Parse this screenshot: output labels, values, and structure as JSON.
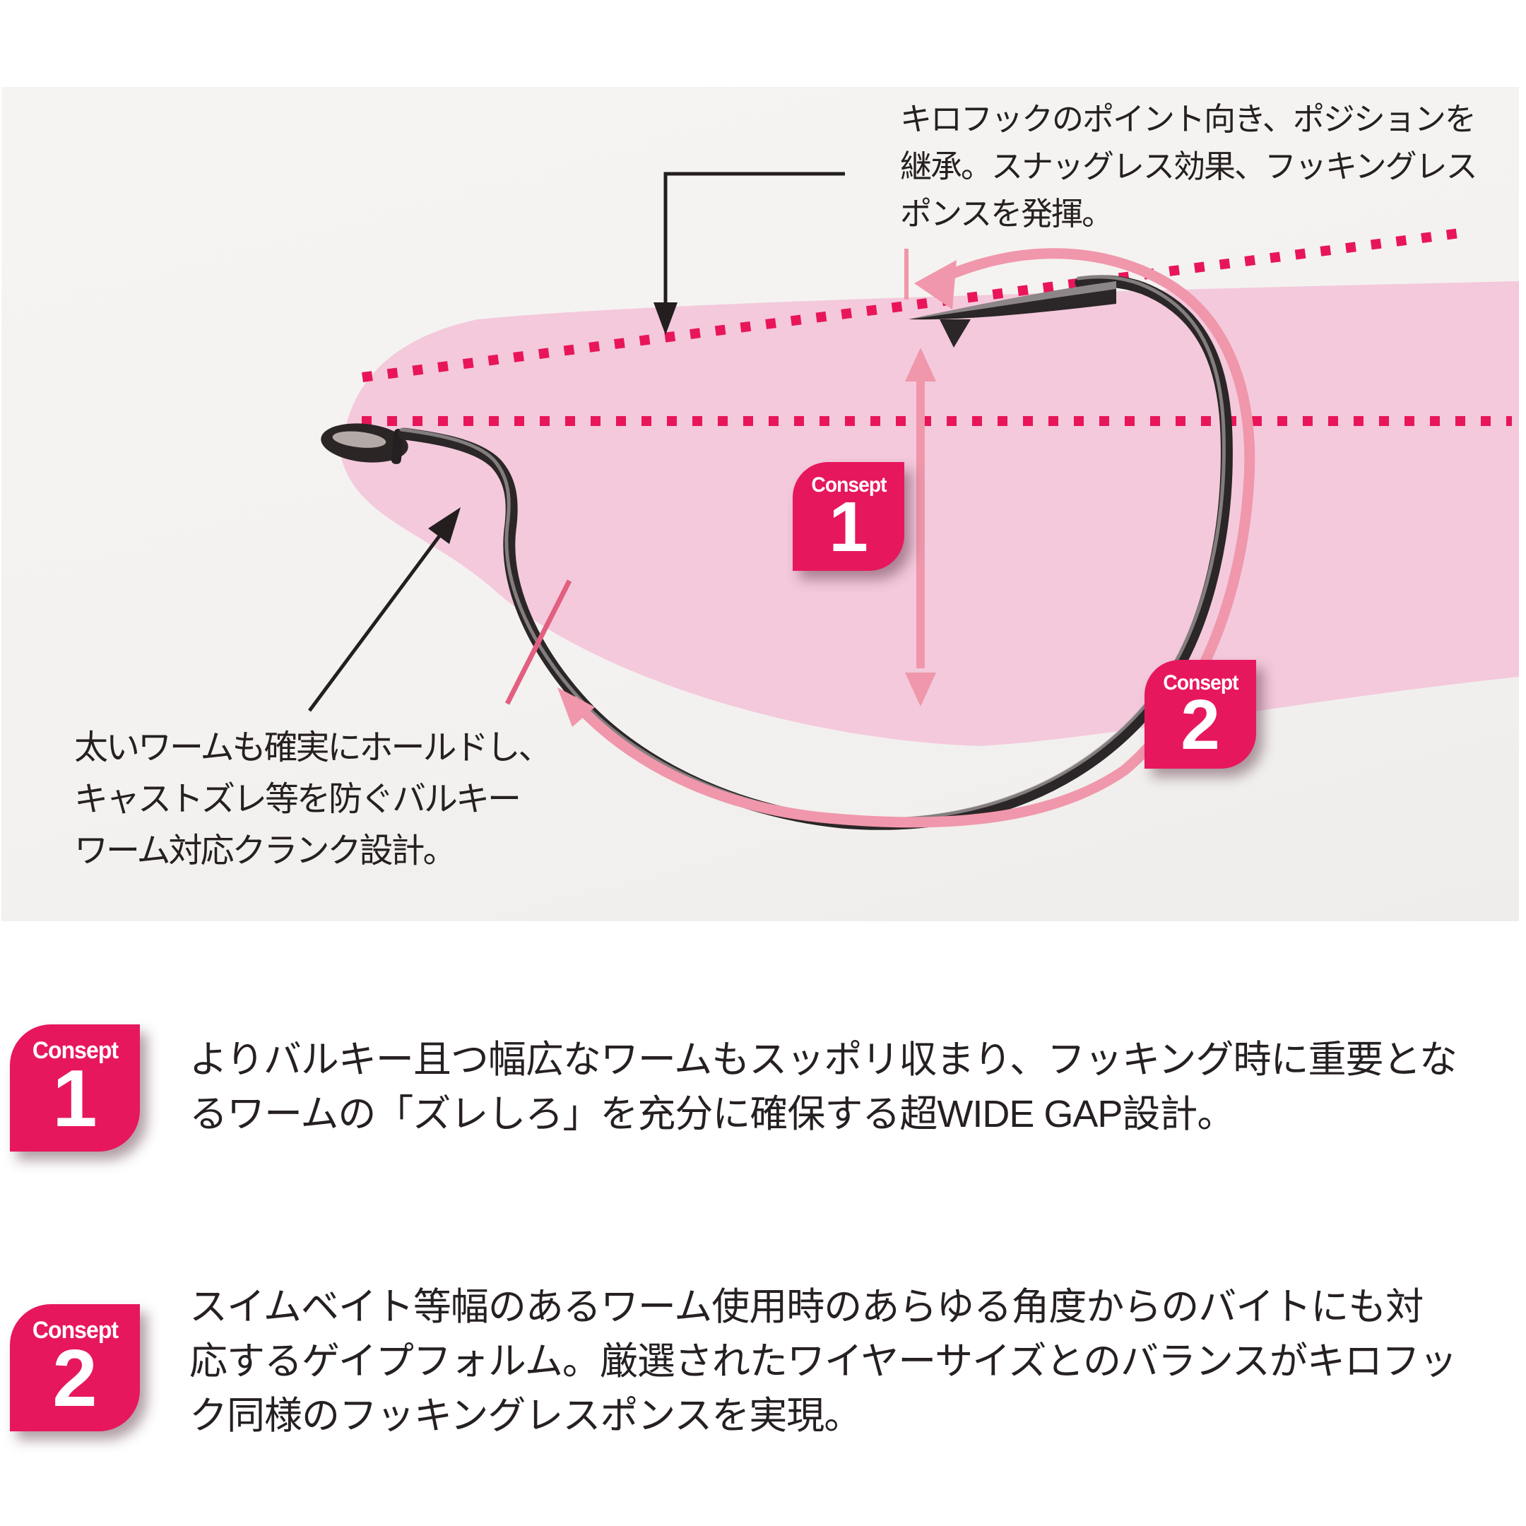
{
  "colors": {
    "accent_crimson": "#e7175d",
    "soft_pink_arrow": "#f097ab",
    "slash_rose": "#e25f7f",
    "worm_pink": "#f4c9dc",
    "photo_background": "#f4f2f0",
    "ink": "#262021"
  },
  "diagram": {
    "point_note_lines": [
      "キロフックのポイント向き、ポジションを",
      "継承。スナッグレス効果、フッキングレス",
      "ポンスを発揮。"
    ],
    "crank_note_lines": [
      "太いワームも確実にホールドし、",
      "キャストズレ等を防ぐバルキー",
      "ワーム対応クランク設計。"
    ],
    "badges": [
      {
        "label": "Consept",
        "number": "1"
      },
      {
        "label": "Consept",
        "number": "2"
      }
    ]
  },
  "sections": [
    {
      "badge": {
        "label": "Consept",
        "number": "1"
      },
      "lines": [
        "よりバルキー且つ幅広なワームもスッポリ収まり、フッキング時に重要とな",
        "るワームの「ズレしろ」を充分に確保する超WIDE GAP設計。"
      ]
    },
    {
      "badge": {
        "label": "Consept",
        "number": "2"
      },
      "lines": [
        "スイムベイト等幅のあるワーム使用時のあらゆる角度からのバイトにも対",
        "応するゲイプフォルム。厳選されたワイヤーサイズとのバランスがキロフッ",
        "ク同様のフッキングレスポンスを実現。"
      ]
    }
  ]
}
